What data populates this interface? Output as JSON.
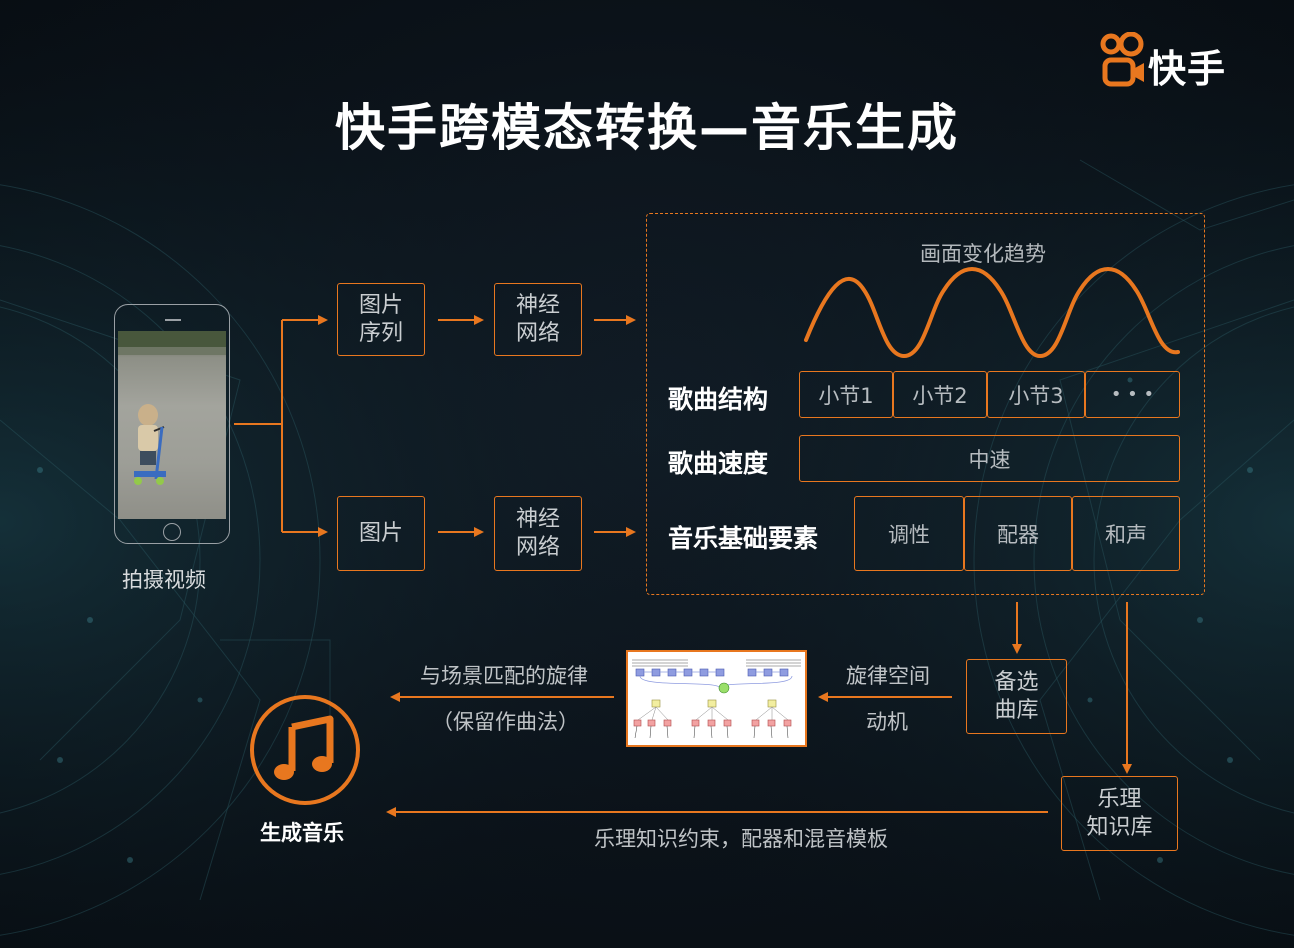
{
  "header": {
    "title": "快手跨模态转换—音乐生成",
    "logo_text": "快手"
  },
  "left": {
    "video_label": "拍摄视频"
  },
  "flow": {
    "top_input": "图片\n序列",
    "top_net": "神经\n网络",
    "bottom_input": "图片",
    "bottom_net": "神经\n网络"
  },
  "panel": {
    "trend_label": "画面变化趋势",
    "structure_label": "歌曲结构",
    "structure_cells": [
      "小节1",
      "小节2",
      "小节3",
      "• • •"
    ],
    "tempo_label": "歌曲速度",
    "tempo_value": "中速",
    "elements_label": "音乐基础要素",
    "element_cells": [
      "调性",
      "配器",
      "和声"
    ]
  },
  "lower": {
    "candidate_box": "备选\n曲库",
    "theory_box": "乐理\n知识库",
    "melody_space": "旋律空间",
    "motive": "动机",
    "match_melody": "与场景匹配的旋律",
    "keep_composition": "（保留作曲法）",
    "constraint_text": "乐理知识约束，配器和混音模板",
    "generate_label": "生成音乐"
  },
  "colors": {
    "accent": "#e8771f",
    "background": "#0b1219",
    "title": "#ffffff"
  }
}
